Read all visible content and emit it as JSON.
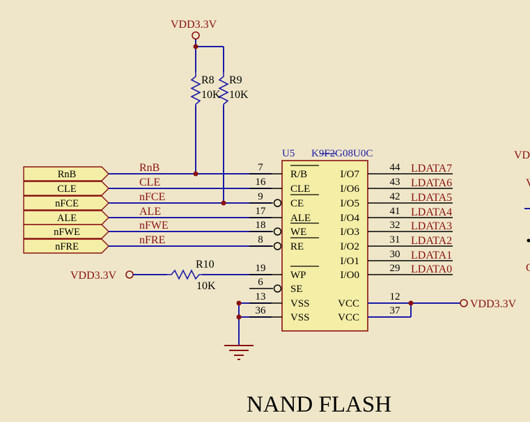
{
  "title": "NAND FLASH",
  "power_label": "VDD3.3V",
  "chip": {
    "ref": "U5",
    "part": "K9F2G08U0C",
    "left_pins": [
      {
        "name": "R/B",
        "num": "7"
      },
      {
        "name": "CLE",
        "num": "16"
      },
      {
        "name": "CE",
        "num": "9"
      },
      {
        "name": "ALE",
        "num": "17"
      },
      {
        "name": "WE",
        "num": "18"
      },
      {
        "name": "RE",
        "num": "8"
      },
      {
        "name": "WP",
        "num": "19"
      },
      {
        "name": "SE",
        "num": "6"
      },
      {
        "name": "VSS",
        "num": "13"
      },
      {
        "name": "VSS",
        "num": "36"
      }
    ],
    "right_pins": [
      {
        "name": "I/O7",
        "num": "44",
        "net": "LDATA7"
      },
      {
        "name": "I/O6",
        "num": "43",
        "net": "LDATA6"
      },
      {
        "name": "I/O5",
        "num": "42",
        "net": "LDATA5"
      },
      {
        "name": "I/O4",
        "num": "41",
        "net": "LDATA4"
      },
      {
        "name": "I/O3",
        "num": "32",
        "net": "LDATA3"
      },
      {
        "name": "I/O2",
        "num": "31",
        "net": "LDATA2"
      },
      {
        "name": "I/O1",
        "num": "30",
        "net": "LDATA1"
      },
      {
        "name": "I/O0",
        "num": "29",
        "net": "LDATA0"
      }
    ],
    "vcc_pins": [
      {
        "name": "VCC",
        "num": "12"
      },
      {
        "name": "VCC",
        "num": "37"
      }
    ]
  },
  "ports": [
    {
      "label": "RnB",
      "net": "RnB"
    },
    {
      "label": "CLE",
      "net": "CLE"
    },
    {
      "label": "nFCE",
      "net": "nFCE"
    },
    {
      "label": "ALE",
      "net": "ALE"
    },
    {
      "label": "nFWE",
      "net": "nFWE"
    },
    {
      "label": "nFRE",
      "net": "nFRE"
    }
  ],
  "resistors": [
    {
      "ref": "R8",
      "value": "10K"
    },
    {
      "ref": "R9",
      "value": "10K"
    },
    {
      "ref": "R10",
      "value": "10K"
    }
  ],
  "edge_fragments": {
    "vd": "VD",
    "v": "V",
    "c": "C"
  },
  "colors": {
    "background": "#efe6c9",
    "wire": "#1a1aa8",
    "label": "#8a1010",
    "chip_fill": "#f4eea6",
    "port_fill": "#f4eea6"
  }
}
